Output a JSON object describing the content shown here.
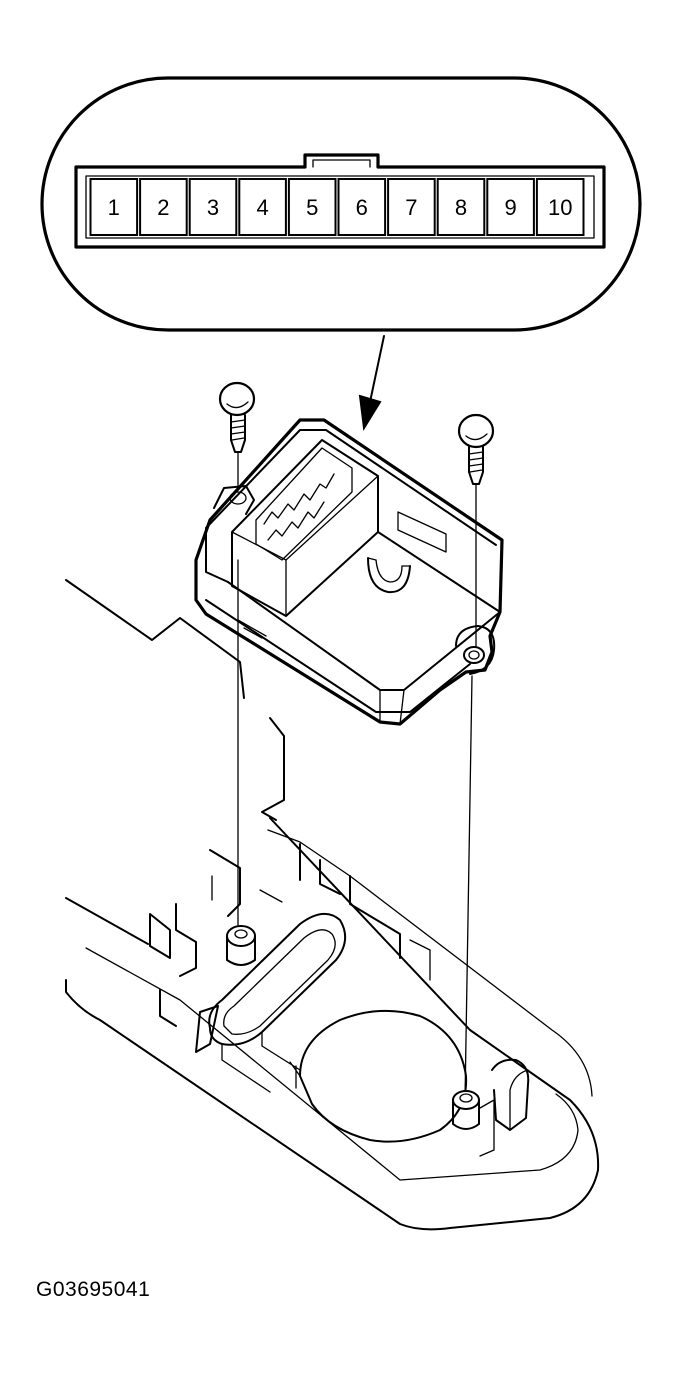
{
  "connector": {
    "pins": [
      "1",
      "2",
      "3",
      "4",
      "5",
      "6",
      "7",
      "8",
      "9",
      "10"
    ]
  },
  "figure_id": "G03695041"
}
